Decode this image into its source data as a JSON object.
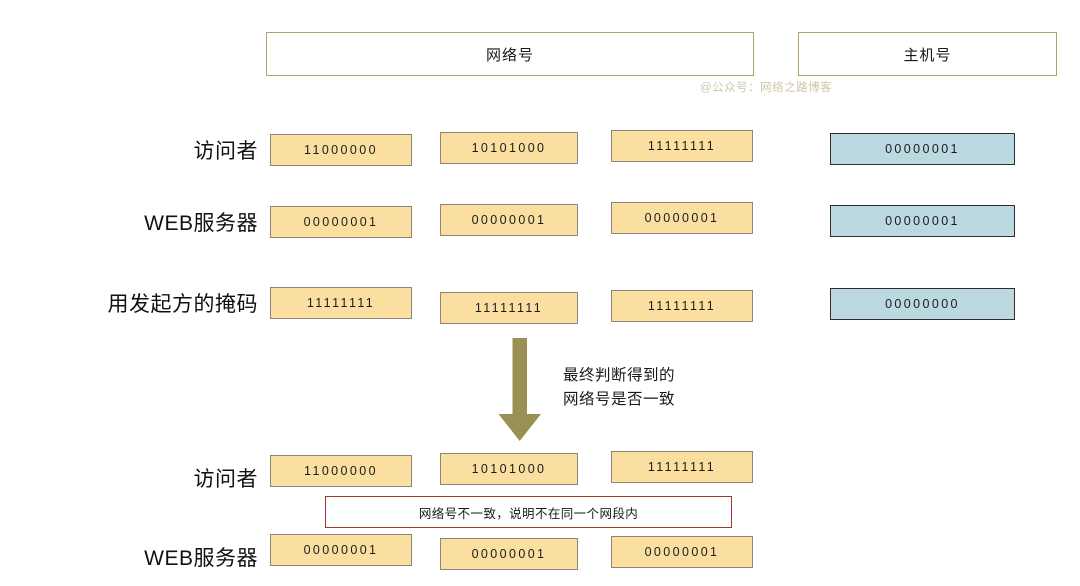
{
  "diagram": {
    "title_segments": [
      {
        "label": "网络号",
        "name": "network-portion-header"
      },
      {
        "label": "主机号",
        "name": "host-portion-header"
      }
    ],
    "watermark": "@公众号：网络之路博客",
    "top_rows": [
      {
        "label": "访问者",
        "octets": [
          "11000000",
          "10101000",
          "11111111"
        ],
        "host_octet": "00000001"
      },
      {
        "label": "WEB服务器",
        "octets": [
          "00000001",
          "00000001",
          "00000001"
        ],
        "host_octet": "00000001"
      },
      {
        "label": "用发起方的掩码",
        "octets": [
          "11111111",
          "11111111",
          "11111111"
        ],
        "host_octet": "00000000"
      }
    ],
    "arrow_caption_line1": "最终判断得到的",
    "arrow_caption_line2": "网络号是否一致",
    "bottom_rows": [
      {
        "label": "访问者",
        "octets": [
          "11000000",
          "10101000",
          "11111111"
        ]
      },
      {
        "label": "WEB服务器",
        "octets": [
          "00000001",
          "00000001",
          "00000001"
        ]
      }
    ],
    "conclusion": "网络号不一致，说明不在同一个网段内",
    "colors": {
      "network_cell_fill": "#fadfa0",
      "network_cell_border": "#8d8676",
      "host_cell_fill": "#bcd9e2",
      "host_cell_border": "#2d2d2d",
      "header_border": "#b3a464",
      "arrow": "#9a9054",
      "callout_border": "#a03a2a",
      "watermark": "#cfc6a8"
    }
  }
}
